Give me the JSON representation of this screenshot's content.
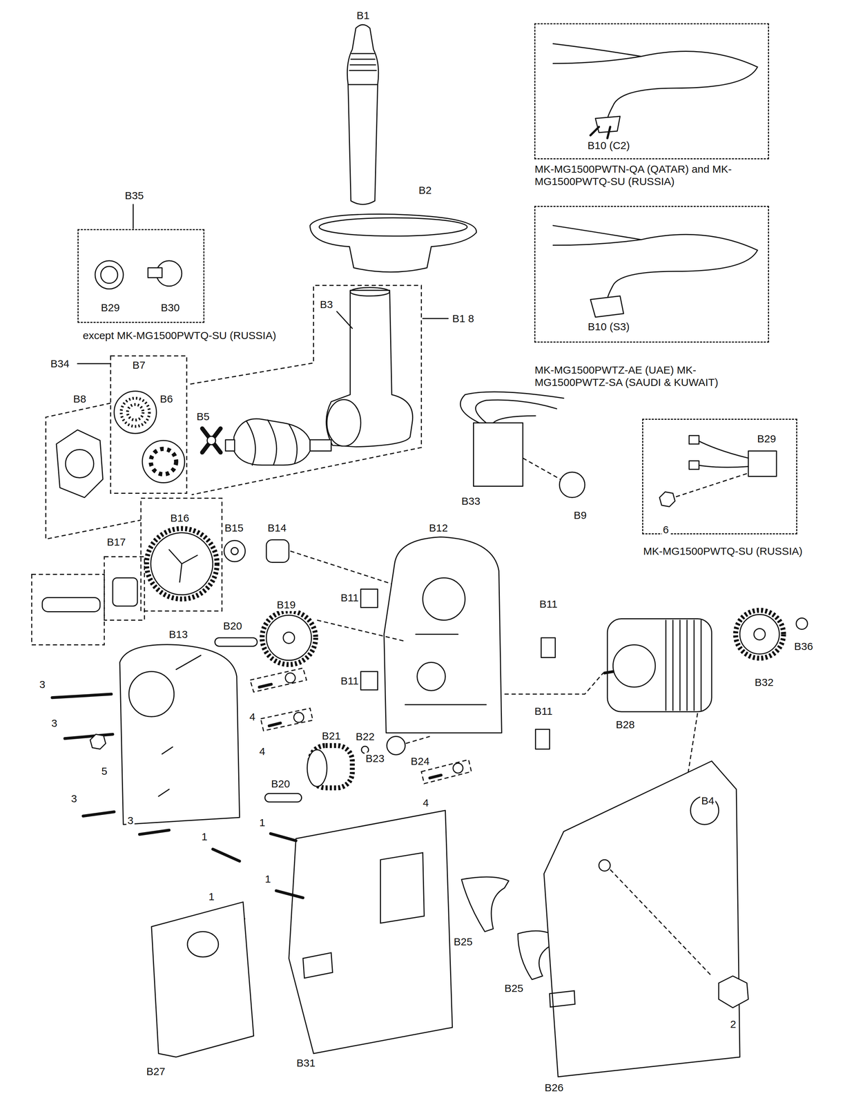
{
  "diagram": {
    "nodes": [
      {
        "text": [
          "B10 (C2)",
          "MK-MG1500PWTN-QA (QATAR) and MK-MG1500PWTQ-SU (RUSSIA)"
        ]
      },
      {
        "text": [
          "B10 (S3)",
          "MK-MG1500PWTZ-AE (UAE) MK-MG1500PWTZ-SA (SAUDI & KUWAIT)"
        ]
      },
      {
        "text": [
          "B29",
          "6",
          "MK-MG1500PWTQ-SU (RUSSIA)"
        ]
      },
      {
        "text": [
          "B35",
          "B29",
          "B30",
          "except MK-MG1500PWTQ-SU (RUSSIA)"
        ]
      }
    ],
    "labels": [
      "B1",
      "B2",
      "B3",
      "B1 8",
      "B34",
      "B7",
      "B8",
      "B6",
      "B5",
      "B33",
      "B9",
      "B16",
      "B15",
      "B14",
      "B12",
      "B17",
      "B19",
      "B11",
      "B11",
      "B11",
      "B11",
      "B13",
      "B20",
      "B20",
      "3",
      "3",
      "5",
      "3",
      "3",
      "4",
      "4",
      "4",
      "B21",
      "B22",
      "B23",
      "B24",
      "B28",
      "B32",
      "B36",
      "B4",
      "1",
      "1",
      "1",
      "1",
      "B25",
      "B25",
      "2",
      "B31",
      "B27",
      "B26"
    ]
  }
}
